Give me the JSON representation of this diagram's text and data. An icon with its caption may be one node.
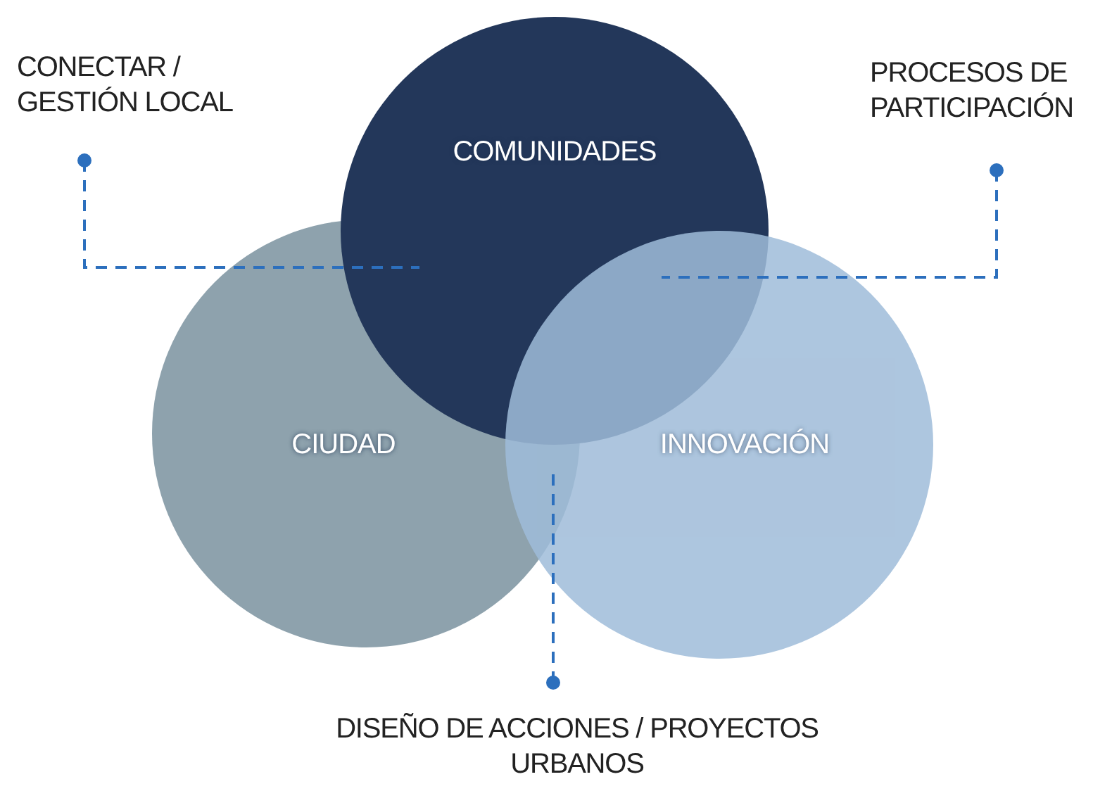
{
  "diagram": {
    "nodes": [
      {
        "text": [
          "CONECTAR / GESTIÓN LOCAL"
        ]
      },
      {
        "text": [
          "PROCESOS DE PARTICIPACIÓN"
        ]
      },
      {
        "text": [
          "COMUNIDADES"
        ]
      },
      {
        "text": [
          "CIUDAD"
        ]
      },
      {
        "text": [
          "INNOVACIÓN"
        ]
      },
      {
        "text": [
          "DISEÑO DE ACCIONES / PROYECTOS URBANOS"
        ]
      }
    ],
    "edges": [
      {
        "from": 0,
        "to": 2,
        "arrow": "other",
        "style": "dashed"
      },
      {
        "from": 1,
        "to": 2,
        "arrow": "other",
        "style": "dashed"
      },
      {
        "from": 5,
        "to": 3,
        "arrow": "other",
        "style": "dashed"
      }
    ]
  }
}
